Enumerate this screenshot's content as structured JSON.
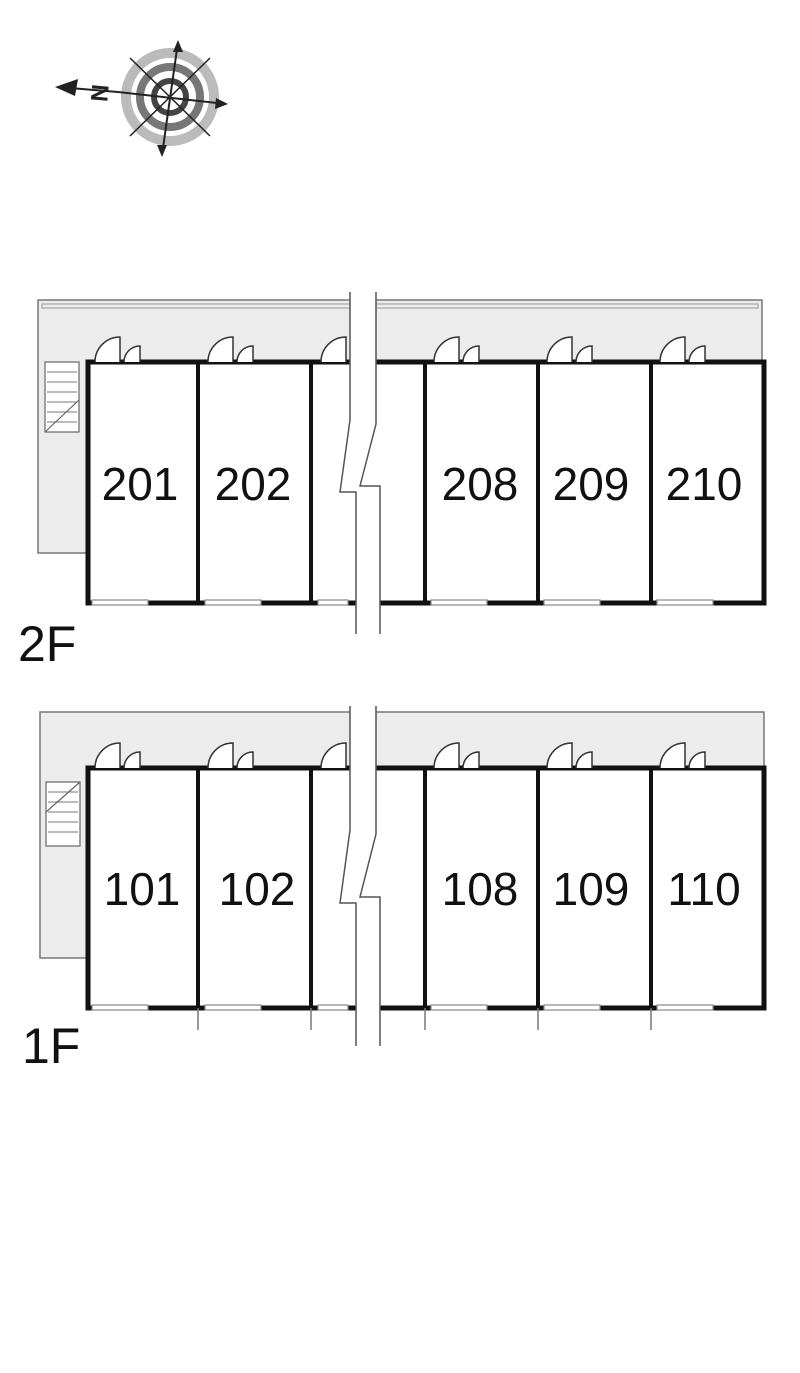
{
  "compass": {
    "north_letter": "N",
    "icon": "compass-rose-icon"
  },
  "floors": [
    {
      "id": "2f",
      "label": "2F",
      "units": [
        "201",
        "202",
        "",
        "208",
        "209",
        "210"
      ]
    },
    {
      "id": "1f",
      "label": "1F",
      "units": [
        "101",
        "102",
        "",
        "108",
        "109",
        "110"
      ]
    }
  ],
  "colors": {
    "walkway": "#ececec",
    "wall": "#111111",
    "line": "#555555"
  }
}
